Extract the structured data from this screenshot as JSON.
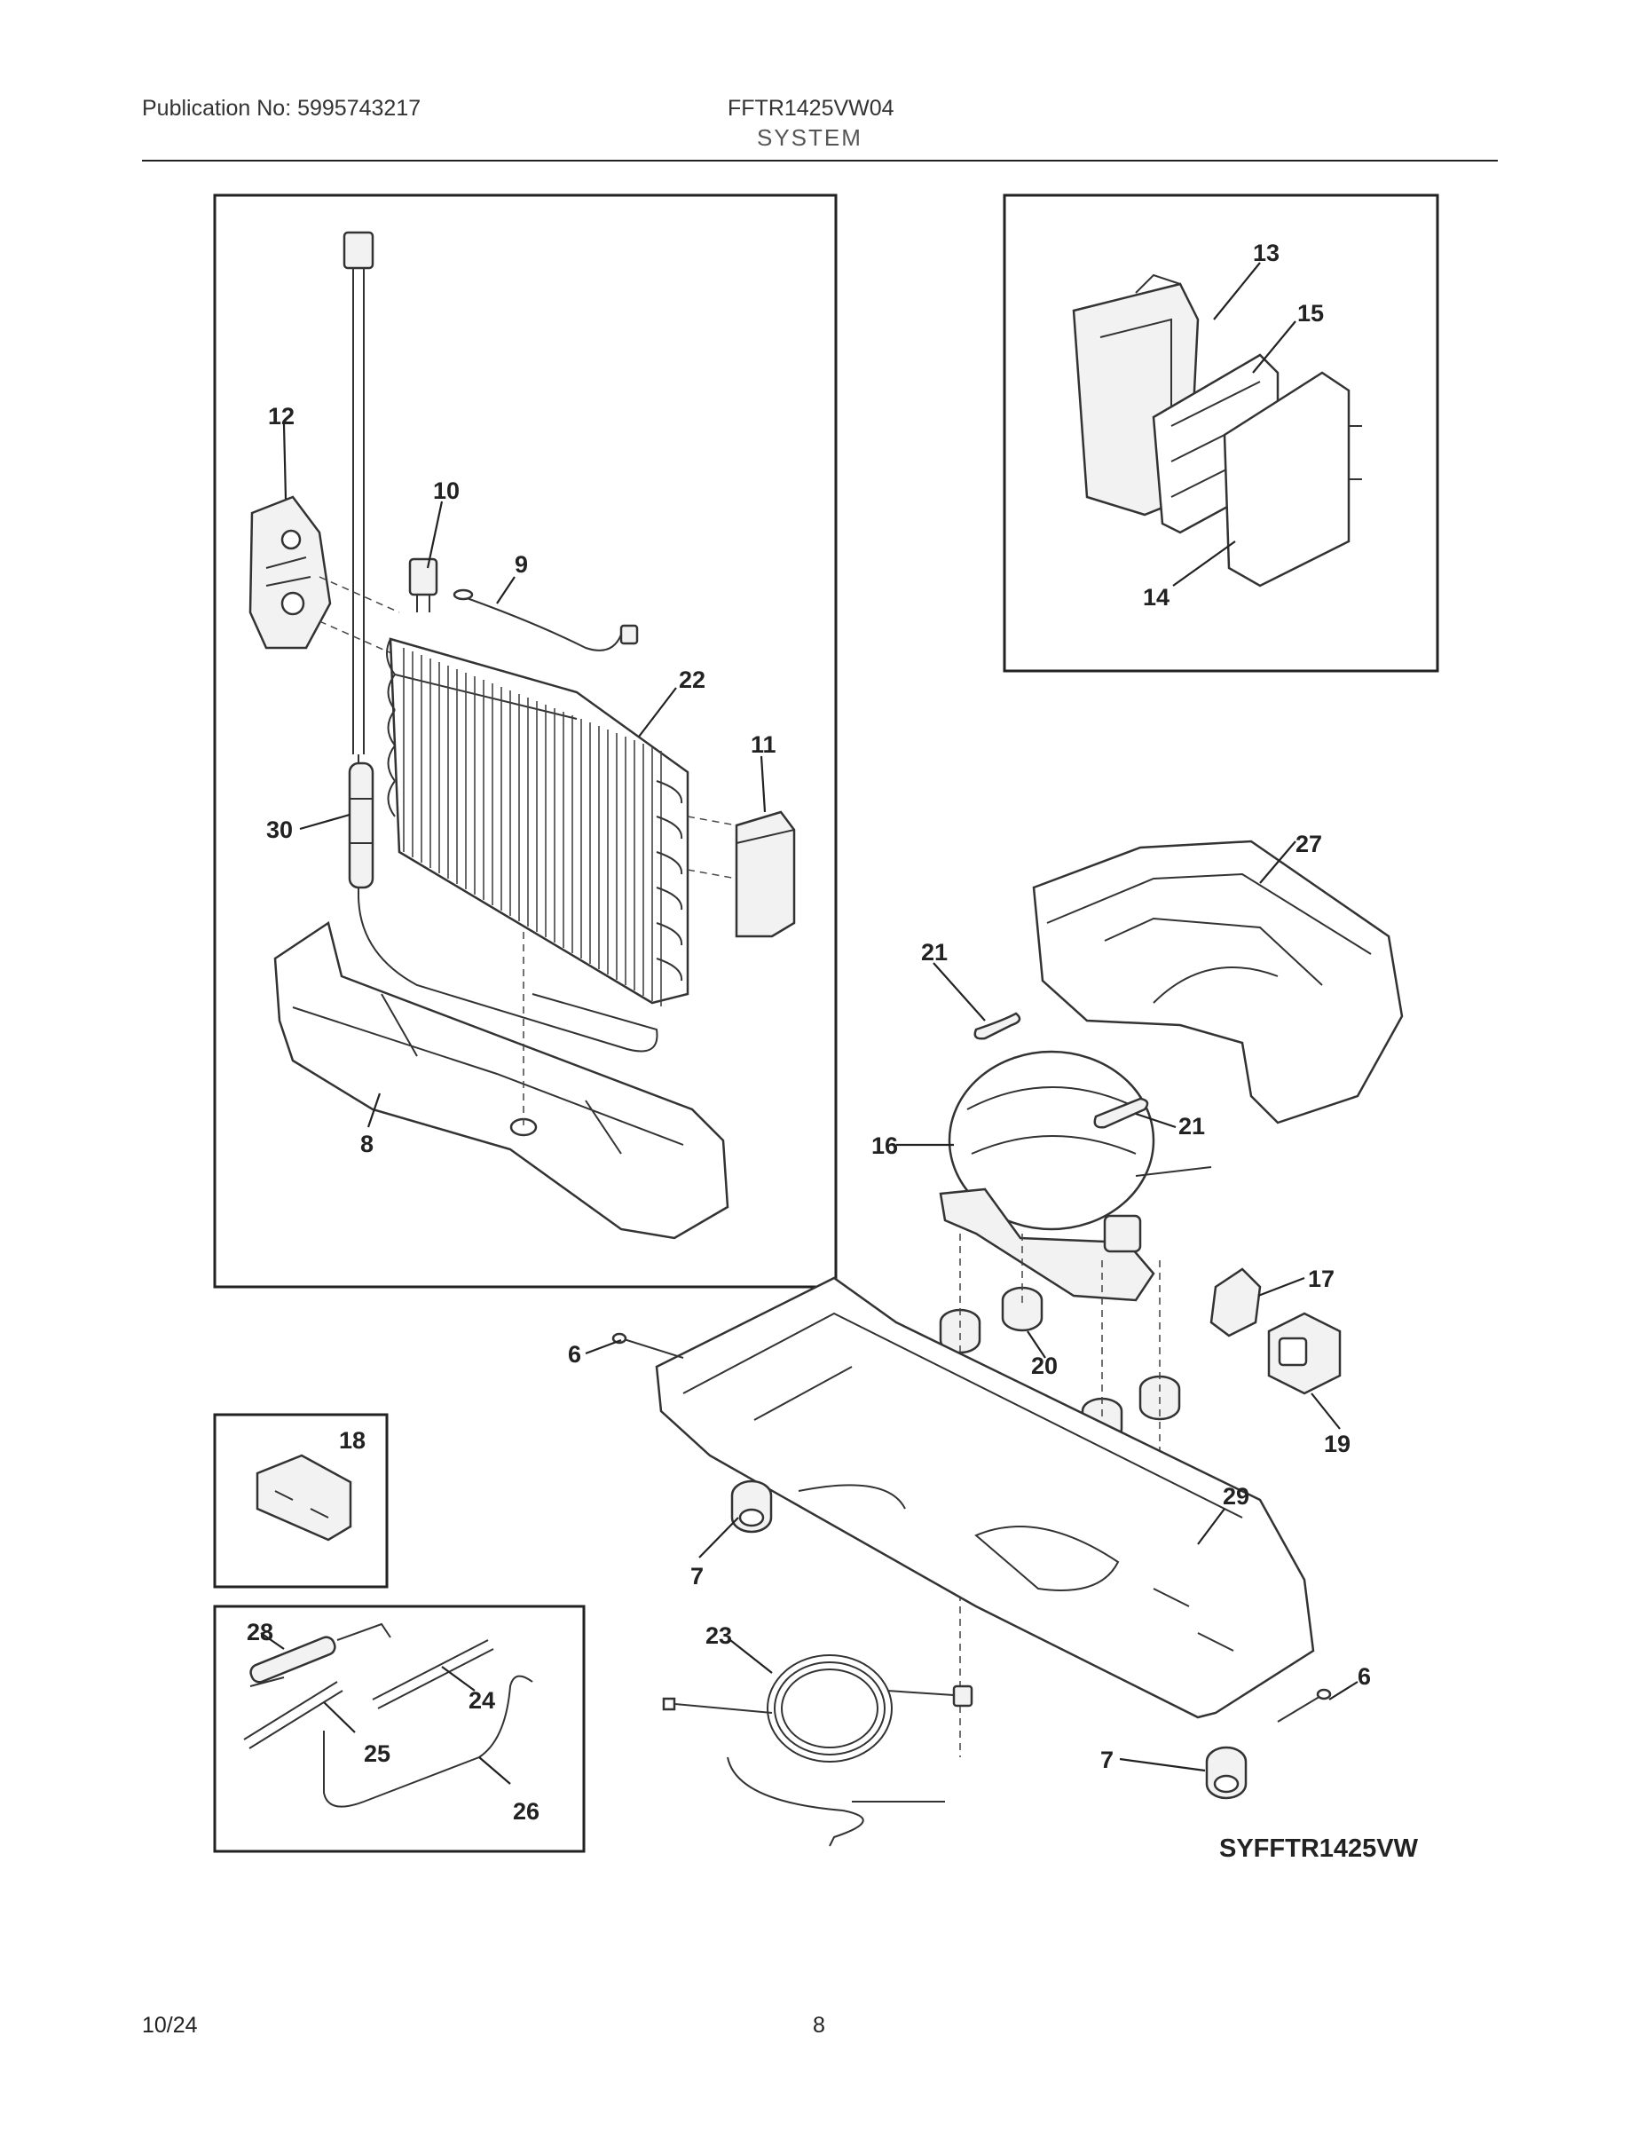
{
  "header": {
    "publication": "Publication No: 5995743217",
    "model": "FFTR1425VW04",
    "section": "SYSTEM"
  },
  "diagram": {
    "code": "SYFFTR1425VW",
    "callouts": {
      "c6a": "6",
      "c6b": "6",
      "c7a": "7",
      "c7b": "7",
      "c8": "8",
      "c9": "9",
      "c10": "10",
      "c11": "11",
      "c12": "12",
      "c13": "13",
      "c14": "14",
      "c15": "15",
      "c16": "16",
      "c17": "17",
      "c18": "18",
      "c19": "19",
      "c20": "20",
      "c21a": "21",
      "c21b": "21",
      "c22": "22",
      "c23": "23",
      "c24": "24",
      "c25": "25",
      "c26": "26",
      "c27": "27",
      "c28": "28",
      "c29": "29",
      "c30": "30"
    }
  },
  "footer": {
    "date": "10/24",
    "page": "8"
  }
}
